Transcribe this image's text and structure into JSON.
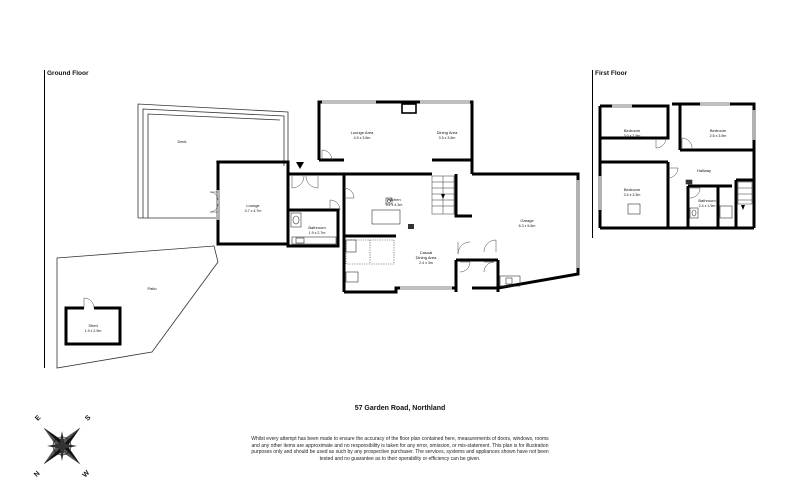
{
  "floors": {
    "ground": {
      "title": "Ground Floor",
      "rooms": {
        "deck": {
          "name": "Deck"
        },
        "lounge_area": {
          "name": "Lounge Area",
          "dims": "4.5 x 3.6m"
        },
        "dining_area": {
          "name": "Dining Area",
          "dims": "3.5 x 3.6m"
        },
        "lounge": {
          "name": "Lounge",
          "dims": "3.7 x 4.7m"
        },
        "kitchen": {
          "name": "Kitchen",
          "dims": "5.1 x 4.3m"
        },
        "bathroom": {
          "name": "Bathroom",
          "dims": "1.9 x 2.7m"
        },
        "garage": {
          "name": "Garage",
          "dims": "6.3 x 5.6m"
        },
        "casual_dining": {
          "name": "Casual Dining Area",
          "name_line1": "Casual",
          "name_line2": "Dining Area",
          "dims": "2.4 x 3m"
        },
        "patio": {
          "name": "Patio"
        },
        "shed": {
          "name": "Shed",
          "dims": "1.9 x 2.9m"
        }
      }
    },
    "first": {
      "title": "First Floor",
      "rooms": {
        "bedroom1": {
          "name": "Bedroom",
          "dims": "3.0 x 2.9m"
        },
        "bedroom2": {
          "name": "Bedroom",
          "dims": "2.6 x 3.9m"
        },
        "hallway": {
          "name": "Hallway"
        },
        "bedroom3": {
          "name": "Bedroom",
          "dims": "3.4 x 3.3m"
        },
        "bathroom": {
          "name": "Bathroom",
          "dims": "2.4 x 1.9m"
        }
      }
    }
  },
  "address": "57 Garden Road, Northland",
  "disclaimer": "Whilst every attempt has been made to ensure the accuracy of the floor plan contained here, measurements of doors, windows, rooms and any other items are approximate and no responsibility is taken for any error, omission, or mis-statement. This plan is for illustration purposes only and should be used as such by any prospective purchaser. The services, systems and appliances shown have not been tested and no guarantee as to their operability or efficiency can be given.",
  "compass": {
    "n": "N",
    "s": "S",
    "e": "E",
    "w": "W"
  }
}
